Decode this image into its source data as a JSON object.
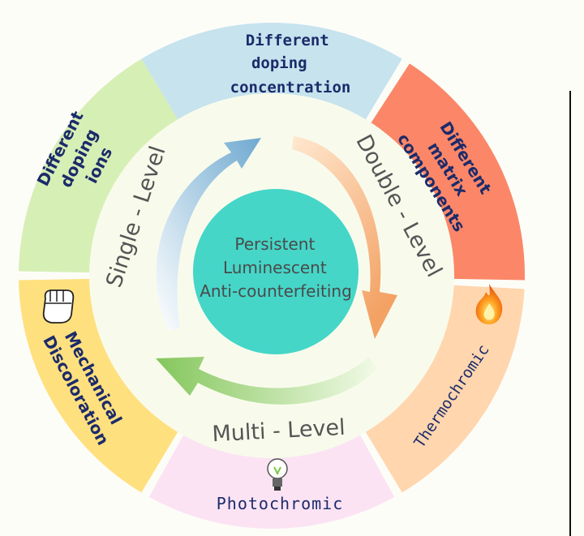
{
  "center": {
    "lines": [
      "Persistent",
      "Luminescent",
      "Anti-counterfeiting"
    ],
    "color": "#45d6c8"
  },
  "levels": {
    "single": "Single - Level",
    "double": "Double - Level",
    "multi": "Multi - Level"
  },
  "segments": {
    "concentration": {
      "lines": [
        "Different",
        "doping",
        "concentration"
      ],
      "color": "#c6e3ee"
    },
    "matrix": {
      "lines": [
        "Different",
        "matrix",
        "components"
      ],
      "color": "#fb8768"
    },
    "thermochromic": {
      "label": "Thermochromic",
      "color": "#ffd6ae",
      "icon": "flame-icon"
    },
    "photochromic": {
      "label": "Photochromic",
      "color": "#fbe3f4",
      "icon": "light-bulb-icon"
    },
    "mechanical": {
      "lines": [
        "Mechanical",
        "Discoloration"
      ],
      "color": "#ffe07e",
      "icon": "fist-icon"
    },
    "ions": {
      "lines": [
        "Different",
        "doping",
        "ions"
      ],
      "color": "#d6efb5"
    }
  },
  "colors": {
    "inner_ring": "#f8fbec",
    "text_dark": "#1c2b6a",
    "level_text": "#555555",
    "arrow_blue": "#7fb6d6",
    "arrow_orange": "#f2a66b",
    "arrow_green": "#8fcf6a"
  }
}
